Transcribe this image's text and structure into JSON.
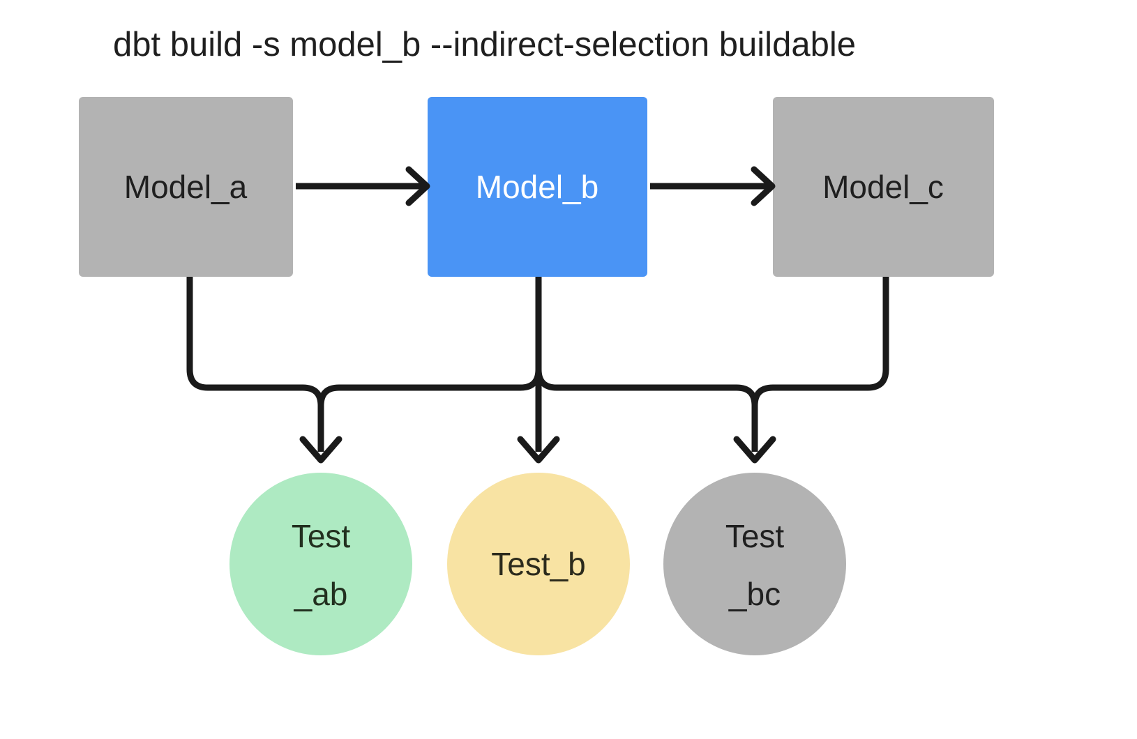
{
  "diagram": {
    "title": "dbt build -s model_b --indirect-selection buildable",
    "background_color": "#ffffff",
    "edge_color": "#1a1a1a",
    "nodes": [
      {
        "id": "model_a",
        "label": "Model_a",
        "shape": "rectangle",
        "fill": "#b3b3b3",
        "text_color": "#1f1f1f",
        "selected": false
      },
      {
        "id": "model_b",
        "label": "Model_b",
        "shape": "rectangle",
        "fill": "#4a94f5",
        "text_color": "#ffffff",
        "selected": true
      },
      {
        "id": "model_c",
        "label": "Model_c",
        "shape": "rectangle",
        "fill": "#b3b3b3",
        "text_color": "#1f1f1f",
        "selected": false
      },
      {
        "id": "test_ab",
        "label_line1": "Test",
        "label_line2": "_ab",
        "shape": "circle",
        "fill": "#aeeac2",
        "text_color": "#22301f",
        "selected": false
      },
      {
        "id": "test_b",
        "label_line1": "Test_b",
        "label_line2": "",
        "shape": "circle",
        "fill": "#f8e3a3",
        "text_color": "#2b2a1c",
        "selected": false
      },
      {
        "id": "test_bc",
        "label_line1": "Test",
        "label_line2": "_bc",
        "shape": "circle",
        "fill": "#b3b3b3",
        "text_color": "#1f1f1f",
        "selected": false
      }
    ],
    "edges": [
      {
        "id": "edge-model-a-to-model-b",
        "from": "model_a",
        "to": "model_b",
        "style": "straight-arrow"
      },
      {
        "id": "edge-model-b-to-model-c",
        "from": "model_b",
        "to": "model_c",
        "style": "straight-arrow"
      },
      {
        "id": "edge-model-a-to-test-ab",
        "from": "model_a",
        "to": "test_ab",
        "style": "orthogonal-arrow"
      },
      {
        "id": "edge-model-b-to-test-ab",
        "from": "model_b",
        "to": "test_ab",
        "style": "orthogonal-arrow"
      },
      {
        "id": "edge-model-b-to-test-b",
        "from": "model_b",
        "to": "test_b",
        "style": "straight-arrow"
      },
      {
        "id": "edge-model-b-to-test-bc",
        "from": "model_b",
        "to": "test_bc",
        "style": "orthogonal-arrow"
      },
      {
        "id": "edge-model-c-to-test-bc",
        "from": "model_c",
        "to": "test_bc",
        "style": "orthogonal-arrow"
      }
    ]
  }
}
